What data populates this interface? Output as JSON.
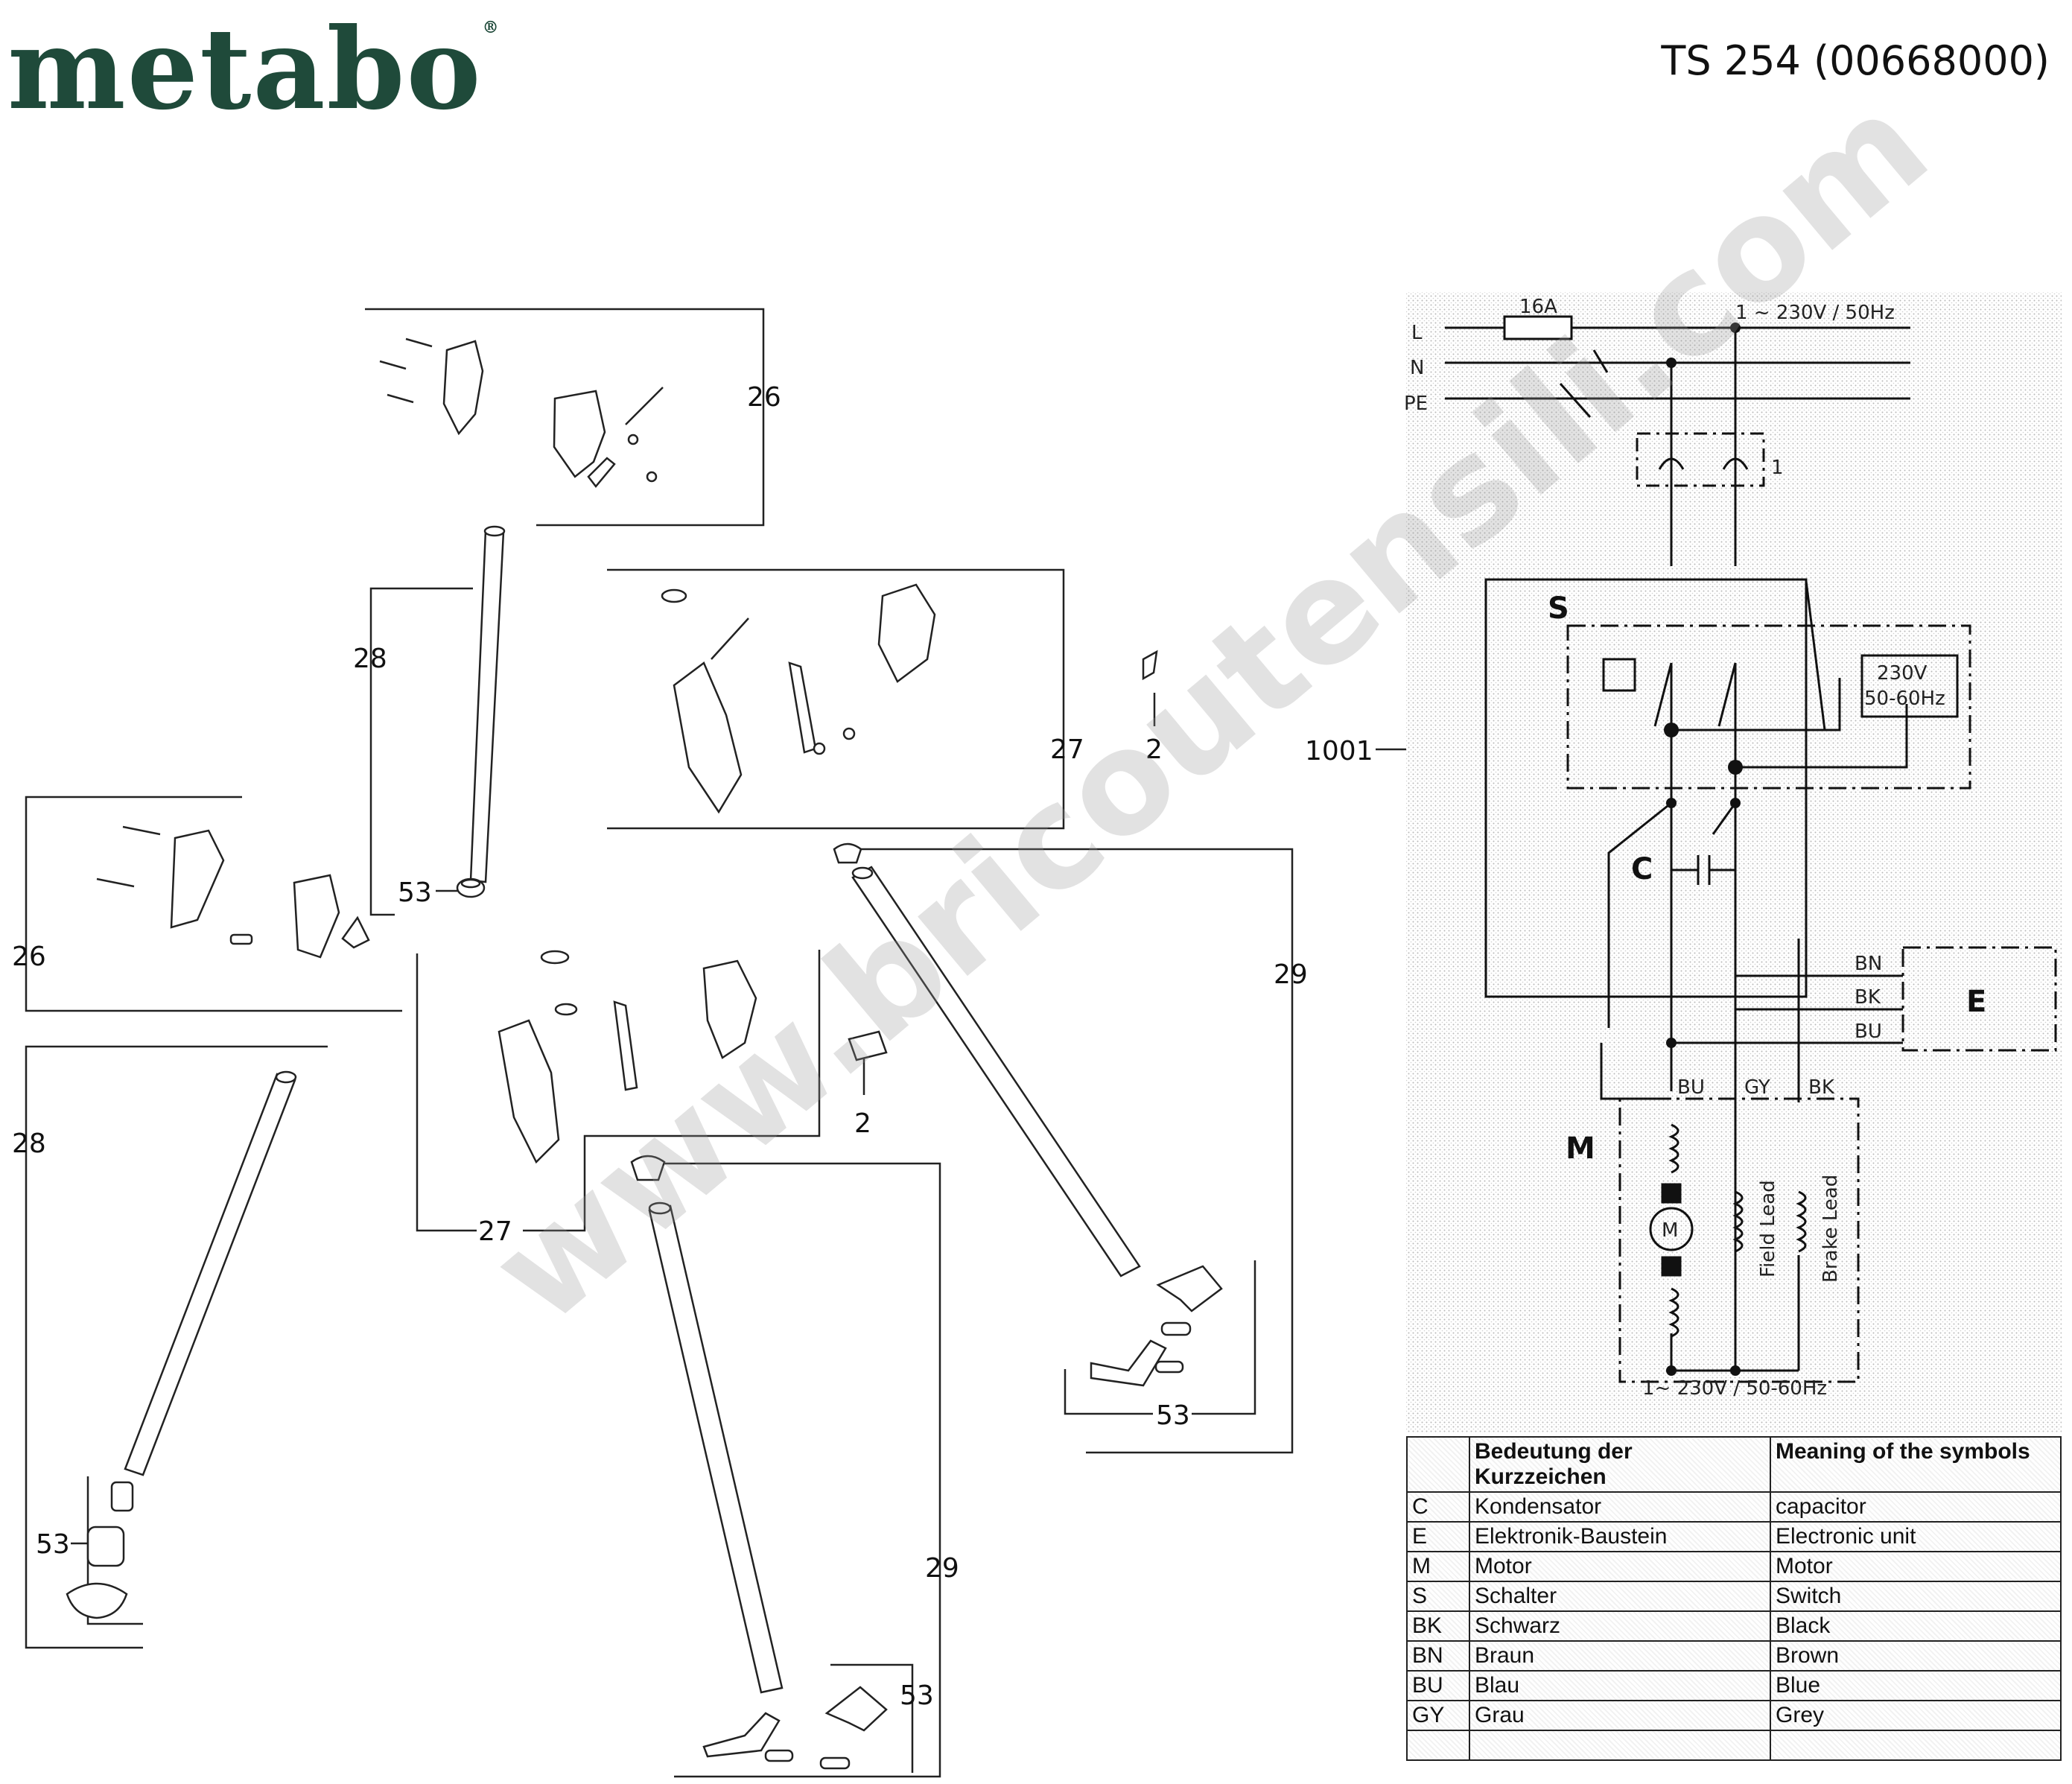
{
  "header": {
    "brand": "metabo",
    "model": "TS 254 (00668000)"
  },
  "watermark": "www.bricoutensili.com",
  "parts": {
    "p26a": "26",
    "p26b": "26",
    "p28a": "28",
    "p28b": "28",
    "p27a": "27",
    "p27b": "27",
    "p2a": "2",
    "p2b": "2",
    "p29a": "29",
    "p29b": "29",
    "p53a": "53",
    "p53b": "53",
    "p53c": "53",
    "p53d": "53",
    "p1001": "1001"
  },
  "electrical": {
    "lines": {
      "L": "L",
      "N": "N",
      "PE": "PE"
    },
    "fuse": "16A",
    "supply": "1 ~ 230V / 50Hz",
    "plug_label": "1",
    "switch": "S",
    "unit_voltage": [
      "230V",
      "50-60Hz"
    ],
    "capacitor": "C",
    "electronic": "E",
    "motor_block": "M",
    "motor": "M",
    "wires_right": [
      "BN",
      "BK",
      "BU"
    ],
    "wires_motor": [
      "BU",
      "GY",
      "BK"
    ],
    "field_lead": "Field Lead",
    "brake_lead": "Brake Lead",
    "motor_supply": "1~ 230V / 50-60Hz"
  },
  "legend": {
    "header_de": "Bedeutung der Kurzzeichen",
    "header_en": "Meaning of the symbols",
    "rows": [
      {
        "code": "C",
        "de": "Kondensator",
        "en": "capacitor"
      },
      {
        "code": "E",
        "de": "Elektronik-Baustein",
        "en": "Electronic unit"
      },
      {
        "code": "M",
        "de": "Motor",
        "en": "Motor"
      },
      {
        "code": "S",
        "de": "Schalter",
        "en": "Switch"
      },
      {
        "code": "BK",
        "de": "Schwarz",
        "en": "Black"
      },
      {
        "code": "BN",
        "de": "Braun",
        "en": "Brown"
      },
      {
        "code": "BU",
        "de": "Blau",
        "en": "Blue"
      },
      {
        "code": "GY",
        "de": "Grau",
        "en": "Grey"
      }
    ]
  },
  "colors": {
    "brand": "#1f4a3a",
    "ink": "#111111"
  }
}
